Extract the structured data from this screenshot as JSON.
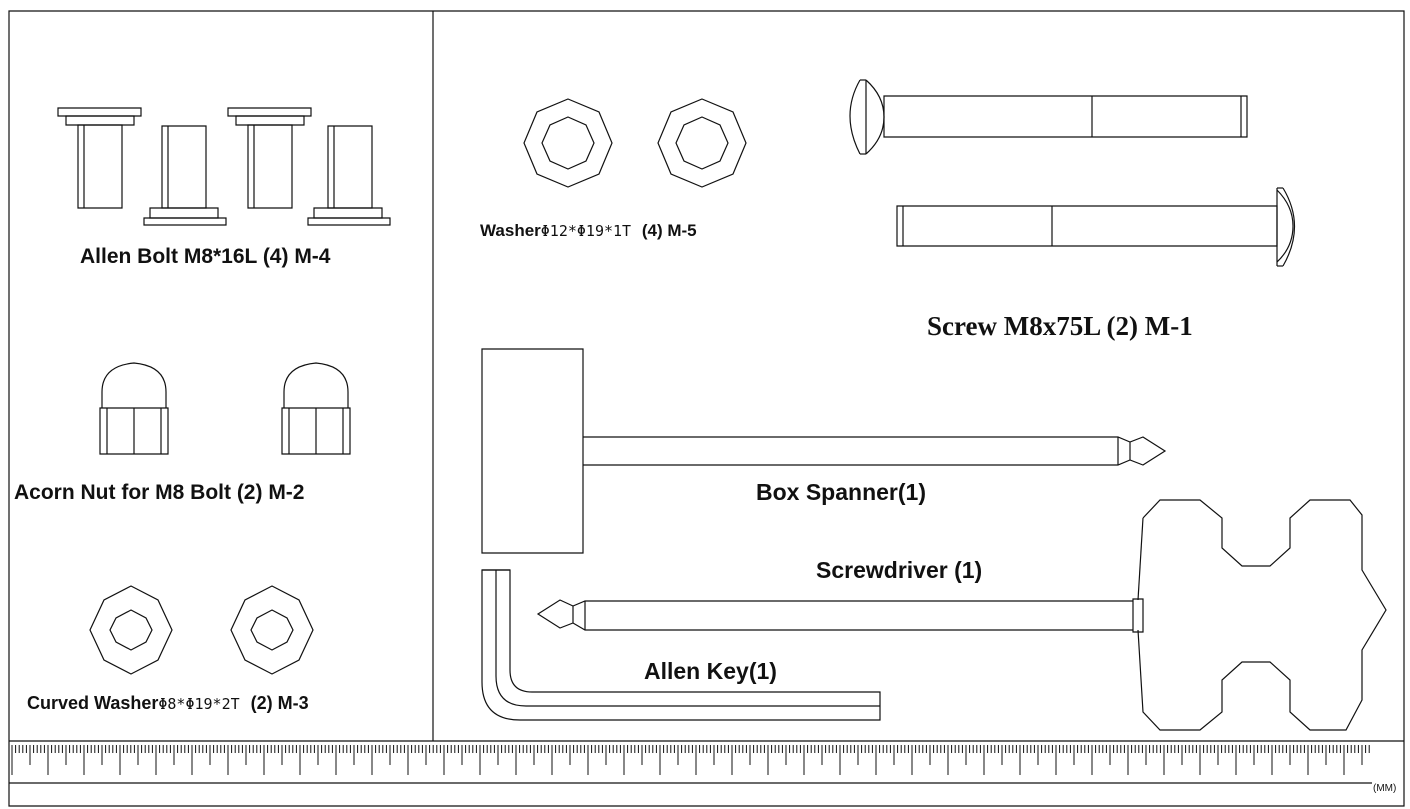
{
  "labels": {
    "allen_bolt": "Allen Bolt  M8*16L (4) M-4",
    "acorn_nut": "Acorn  Nut  for M8 Bolt (2)  M-2",
    "curved_washer_a": "Curved Washer",
    "curved_washer_b": "Φ8*Φ19*2T",
    "curved_washer_c": "(2) M-3",
    "washer_a": "Washer",
    "washer_b": "Φ12*Φ19*1T",
    "washer_c": "(4) M-5",
    "screw": "Screw M8x75L (2) M-1",
    "box_spanner": "Box Spanner(1)",
    "screwdriver": "Screwdriver (1)",
    "allen_key": "Allen Key(1)",
    "ruler_unit": "(MM)"
  },
  "colors": {
    "ink": "#111111",
    "background": "#ffffff"
  }
}
